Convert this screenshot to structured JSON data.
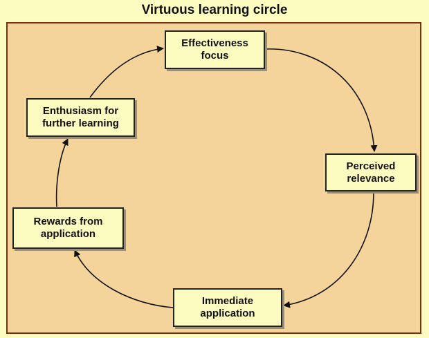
{
  "title": "Virtuous learning circle",
  "nodes": [
    {
      "id": "effectiveness",
      "label": "Effectiveness\nfocus"
    },
    {
      "id": "relevance",
      "label": "Perceived\nrelevance"
    },
    {
      "id": "application",
      "label": "Immediate\napplication"
    },
    {
      "id": "rewards",
      "label": "Rewards from\napplication"
    },
    {
      "id": "enthusiasm",
      "label": "Enthusiasm for\nfurther learning"
    }
  ],
  "edges": [
    {
      "from": "effectiveness",
      "to": "relevance"
    },
    {
      "from": "relevance",
      "to": "application"
    },
    {
      "from": "application",
      "to": "rewards"
    },
    {
      "from": "rewards",
      "to": "enthusiasm"
    },
    {
      "from": "enthusiasm",
      "to": "effectiveness"
    }
  ],
  "colors": {
    "background": "#fdfcc0",
    "frame_fill": "#f4d49a",
    "frame_border": "#7a2e12",
    "node_fill": "#fdfcc0",
    "node_border": "#222222",
    "arrow": "#111111"
  }
}
